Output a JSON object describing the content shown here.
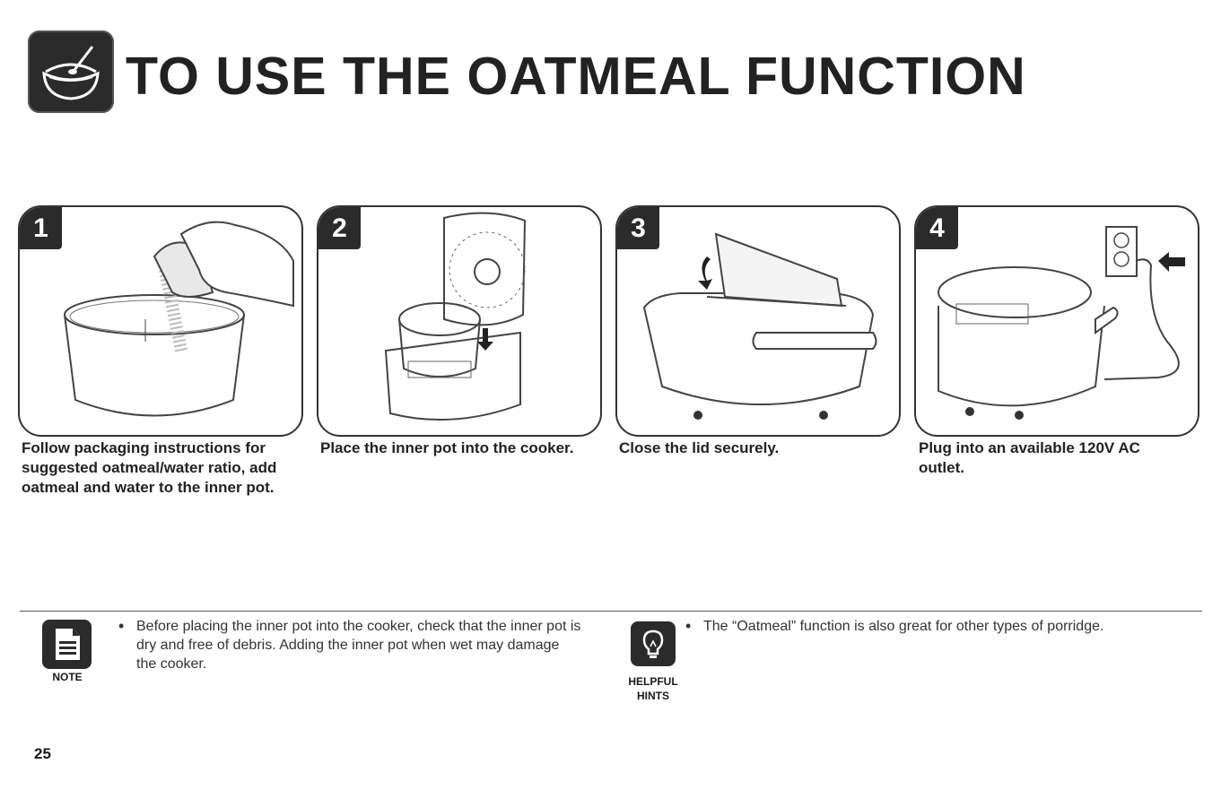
{
  "header": {
    "title": "TO USE THE OATMEAL FUNCTION",
    "icon": "oatmeal-bowl-icon"
  },
  "steps": [
    {
      "number": "1",
      "caption": "Follow packaging instructions  for suggested oatmeal/water ratio, add oatmeal and water to the inner pot."
    },
    {
      "number": "2",
      "caption": "Place the inner pot into the cooker."
    },
    {
      "number": "3",
      "caption": "Close the lid securely."
    },
    {
      "number": "4",
      "caption": "Plug into an available 120V AC outlet."
    }
  ],
  "note": {
    "label": "NOTE",
    "icon": "document-icon",
    "text": "Before placing the inner pot into the cooker, check that the inner pot is dry and free of debris. Adding the inner pot when wet may damage the cooker."
  },
  "hints": {
    "label": "HELPFUL HINTS",
    "icon": "lightbulb-icon",
    "text": "The “Oatmeal” function is also great for other types of porridge."
  },
  "page_number": "25",
  "colors": {
    "dark": "#2b2b2b",
    "text": "#222222"
  }
}
